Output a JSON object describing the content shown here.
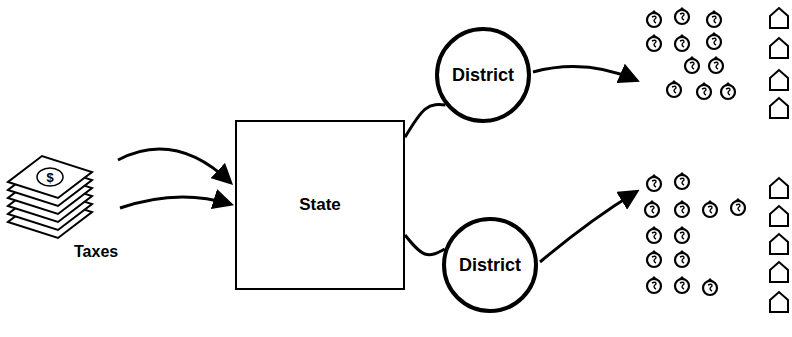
{
  "diagram": {
    "nodes": [
      {
        "text": [
          "State"
        ]
      },
      {
        "text": [
          "District"
        ]
      },
      {
        "text": [
          "District"
        ]
      }
    ],
    "edges": [
      {
        "from": 0,
        "to": 1,
        "arrow": "none"
      },
      {
        "from": 0,
        "to": 2,
        "arrow": "none"
      }
    ],
    "labels": [
      "Taxes",
      "$"
    ]
  }
}
